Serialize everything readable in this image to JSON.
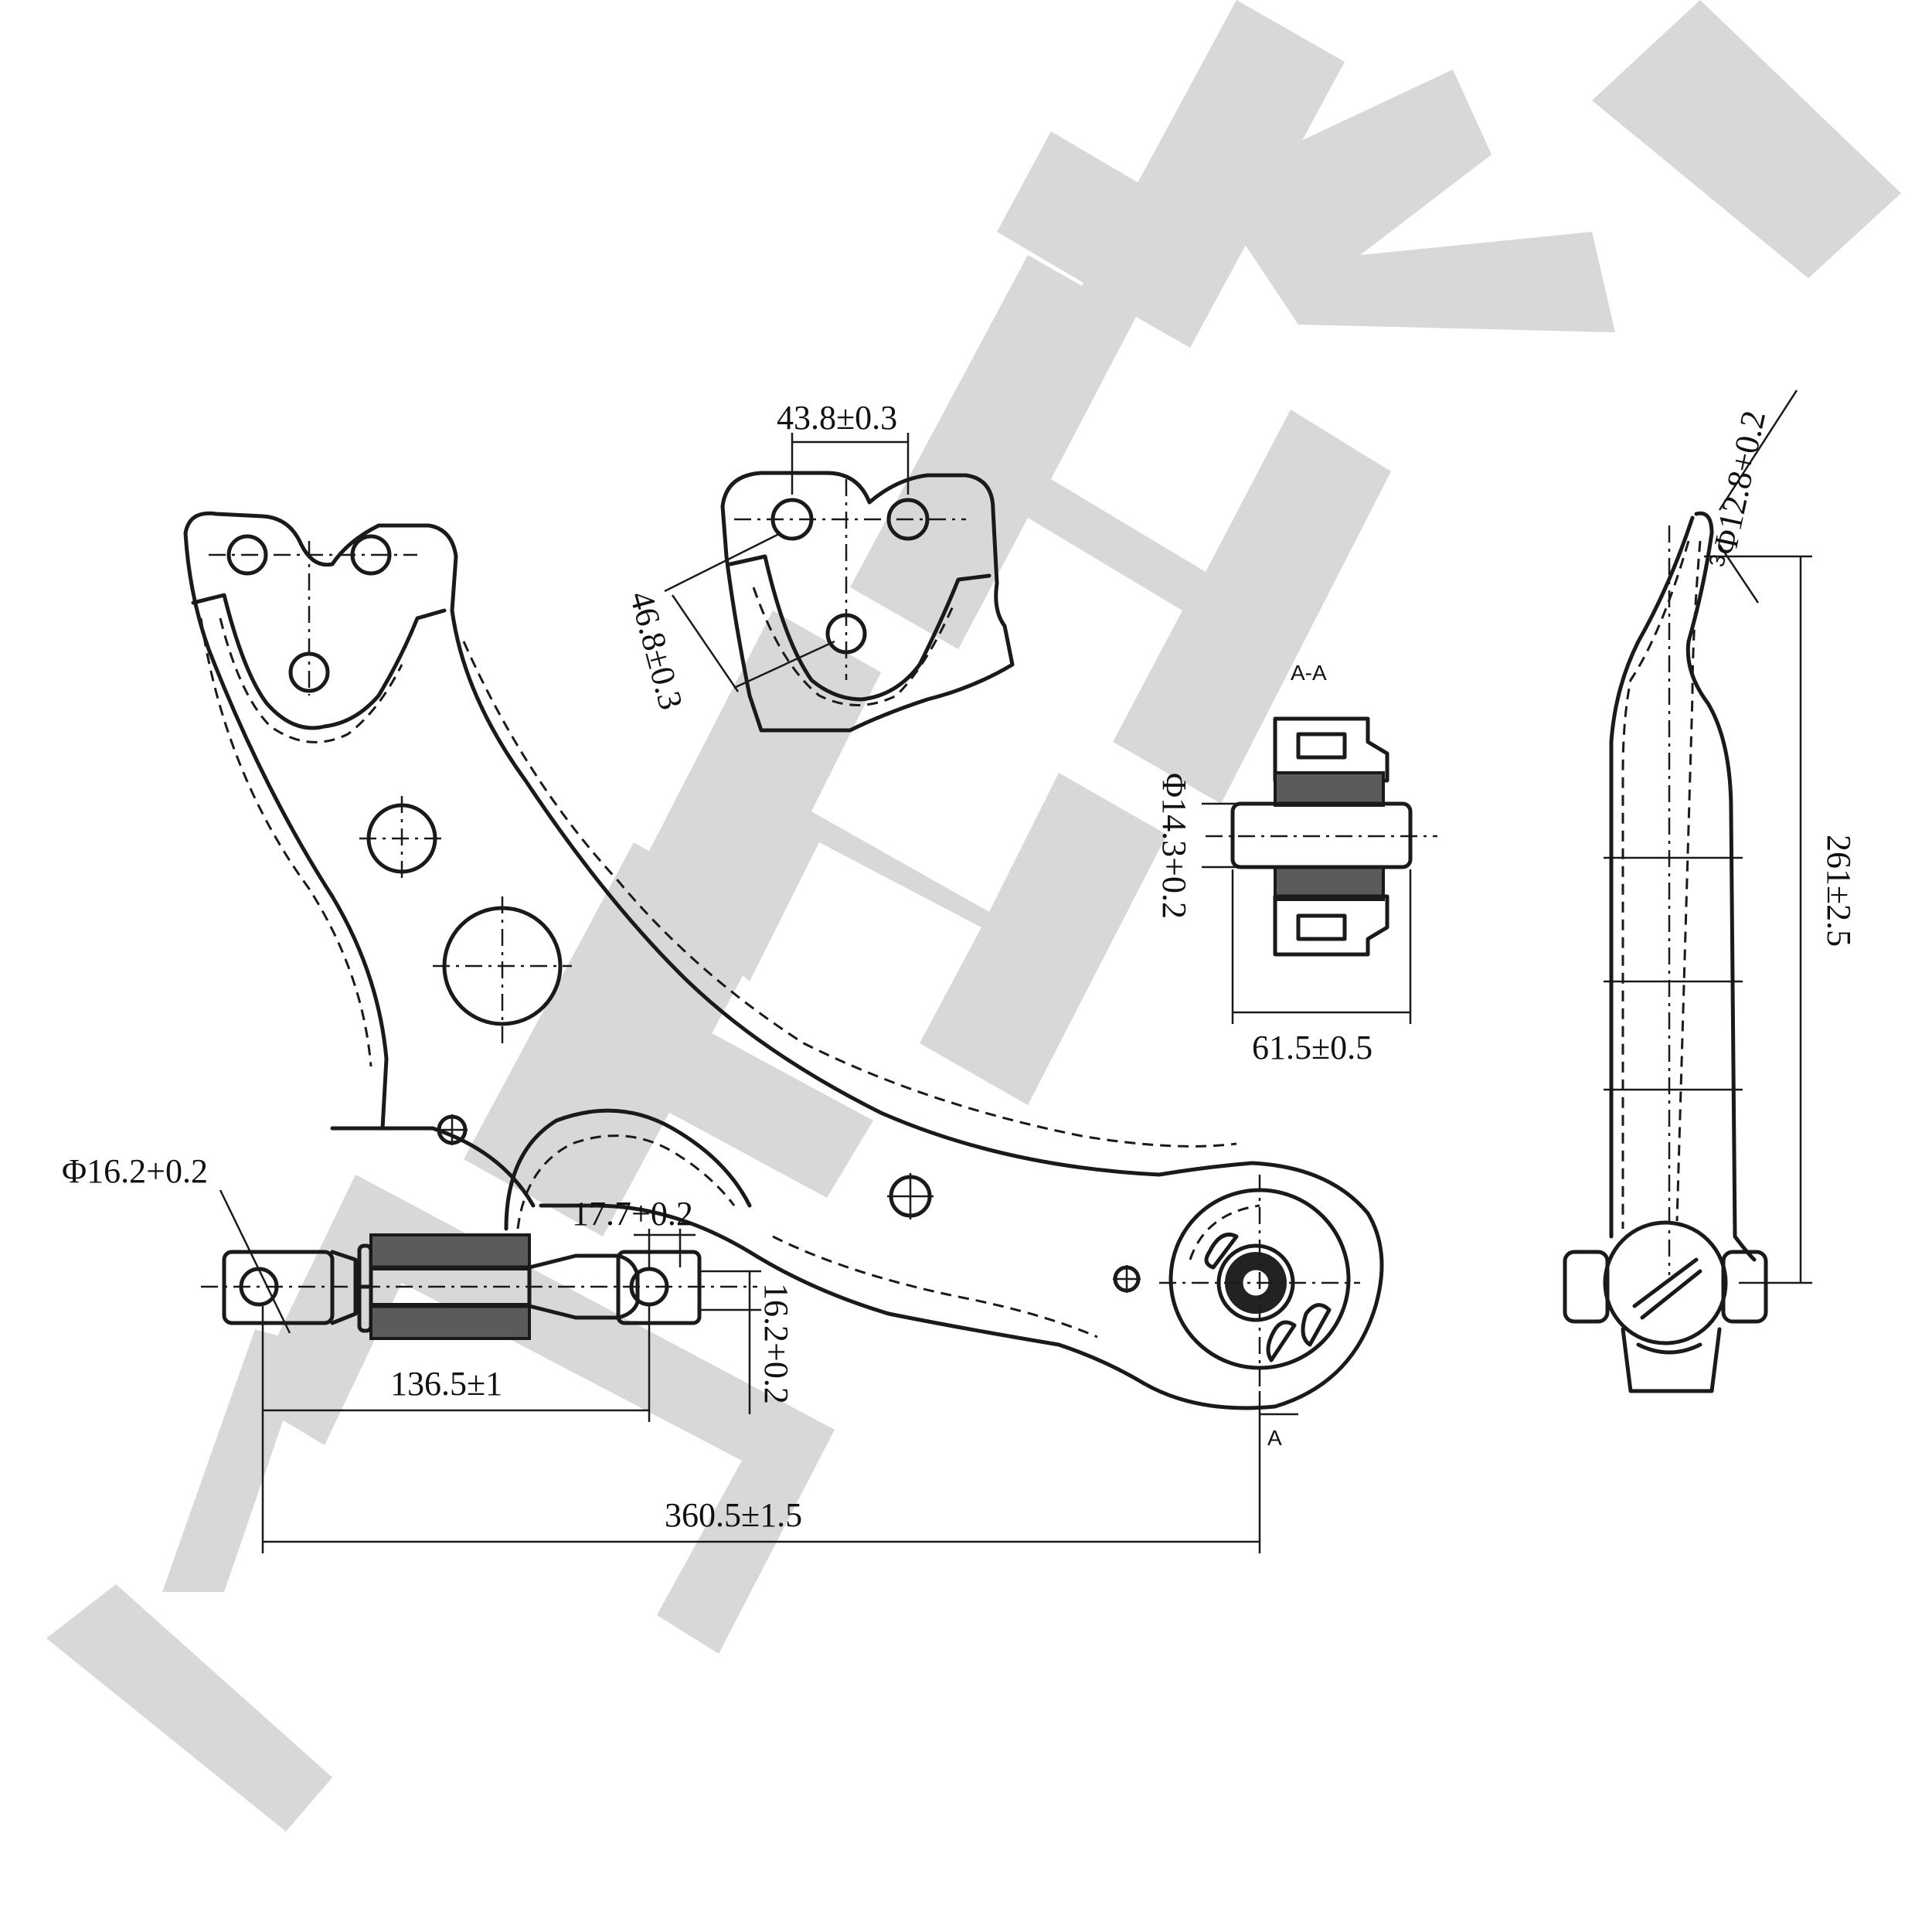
{
  "watermark": {
    "text": "ZENNEK",
    "color": "#d8d8d8"
  },
  "dimensions": {
    "top_hole_spacing": "43.8±0.3",
    "top_hole_offset": "46.8±0.3",
    "bushing_inner_dia": "Φ14.3+0.2",
    "bushing_width": "61.5±0.5",
    "ball_stud_dia": "Φ12.8+0.2",
    "ball_stud_taper": "3",
    "arm_height": "261±2.5",
    "front_hole_dia": "Φ16.2+0.2",
    "front_slot_width": "17.7+0.2",
    "front_slot_height": "16.2+0.2",
    "pivot_spacing": "136.5±1",
    "overall_length": "360.5±1.5"
  },
  "section": {
    "title": "A-A",
    "marker": "A"
  }
}
